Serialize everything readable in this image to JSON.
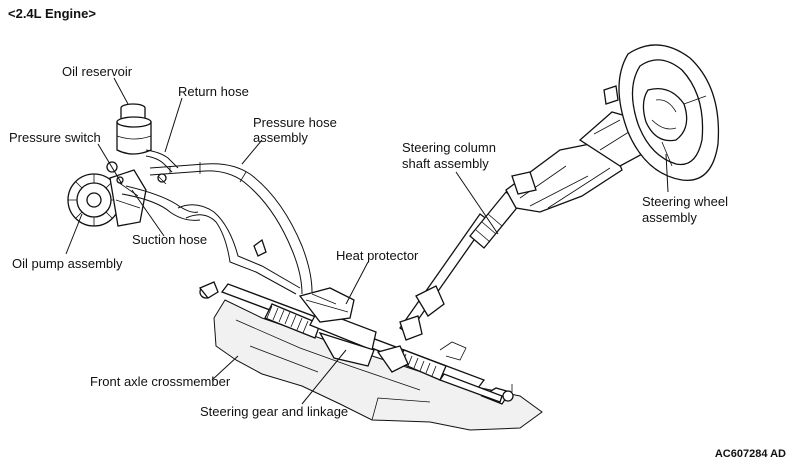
{
  "title": "<2.4L Engine>",
  "figure_code": "AC607284 AD",
  "labels": {
    "oil_reservoir": "Oil reservoir",
    "return_hose": "Return hose",
    "pressure_hose_line1": "Pressure hose",
    "pressure_hose_line2": "assembly",
    "pressure_switch": "Pressure switch",
    "suction_hose": "Suction hose",
    "oil_pump": "Oil pump assembly",
    "heat_protector": "Heat protector",
    "column_line1": "Steering column",
    "column_line2": "shaft assembly",
    "wheel_line1": "Steering wheel",
    "wheel_line2": "assembly",
    "crossmember": "Front axle crossmember",
    "gear": "Steering gear and linkage"
  }
}
